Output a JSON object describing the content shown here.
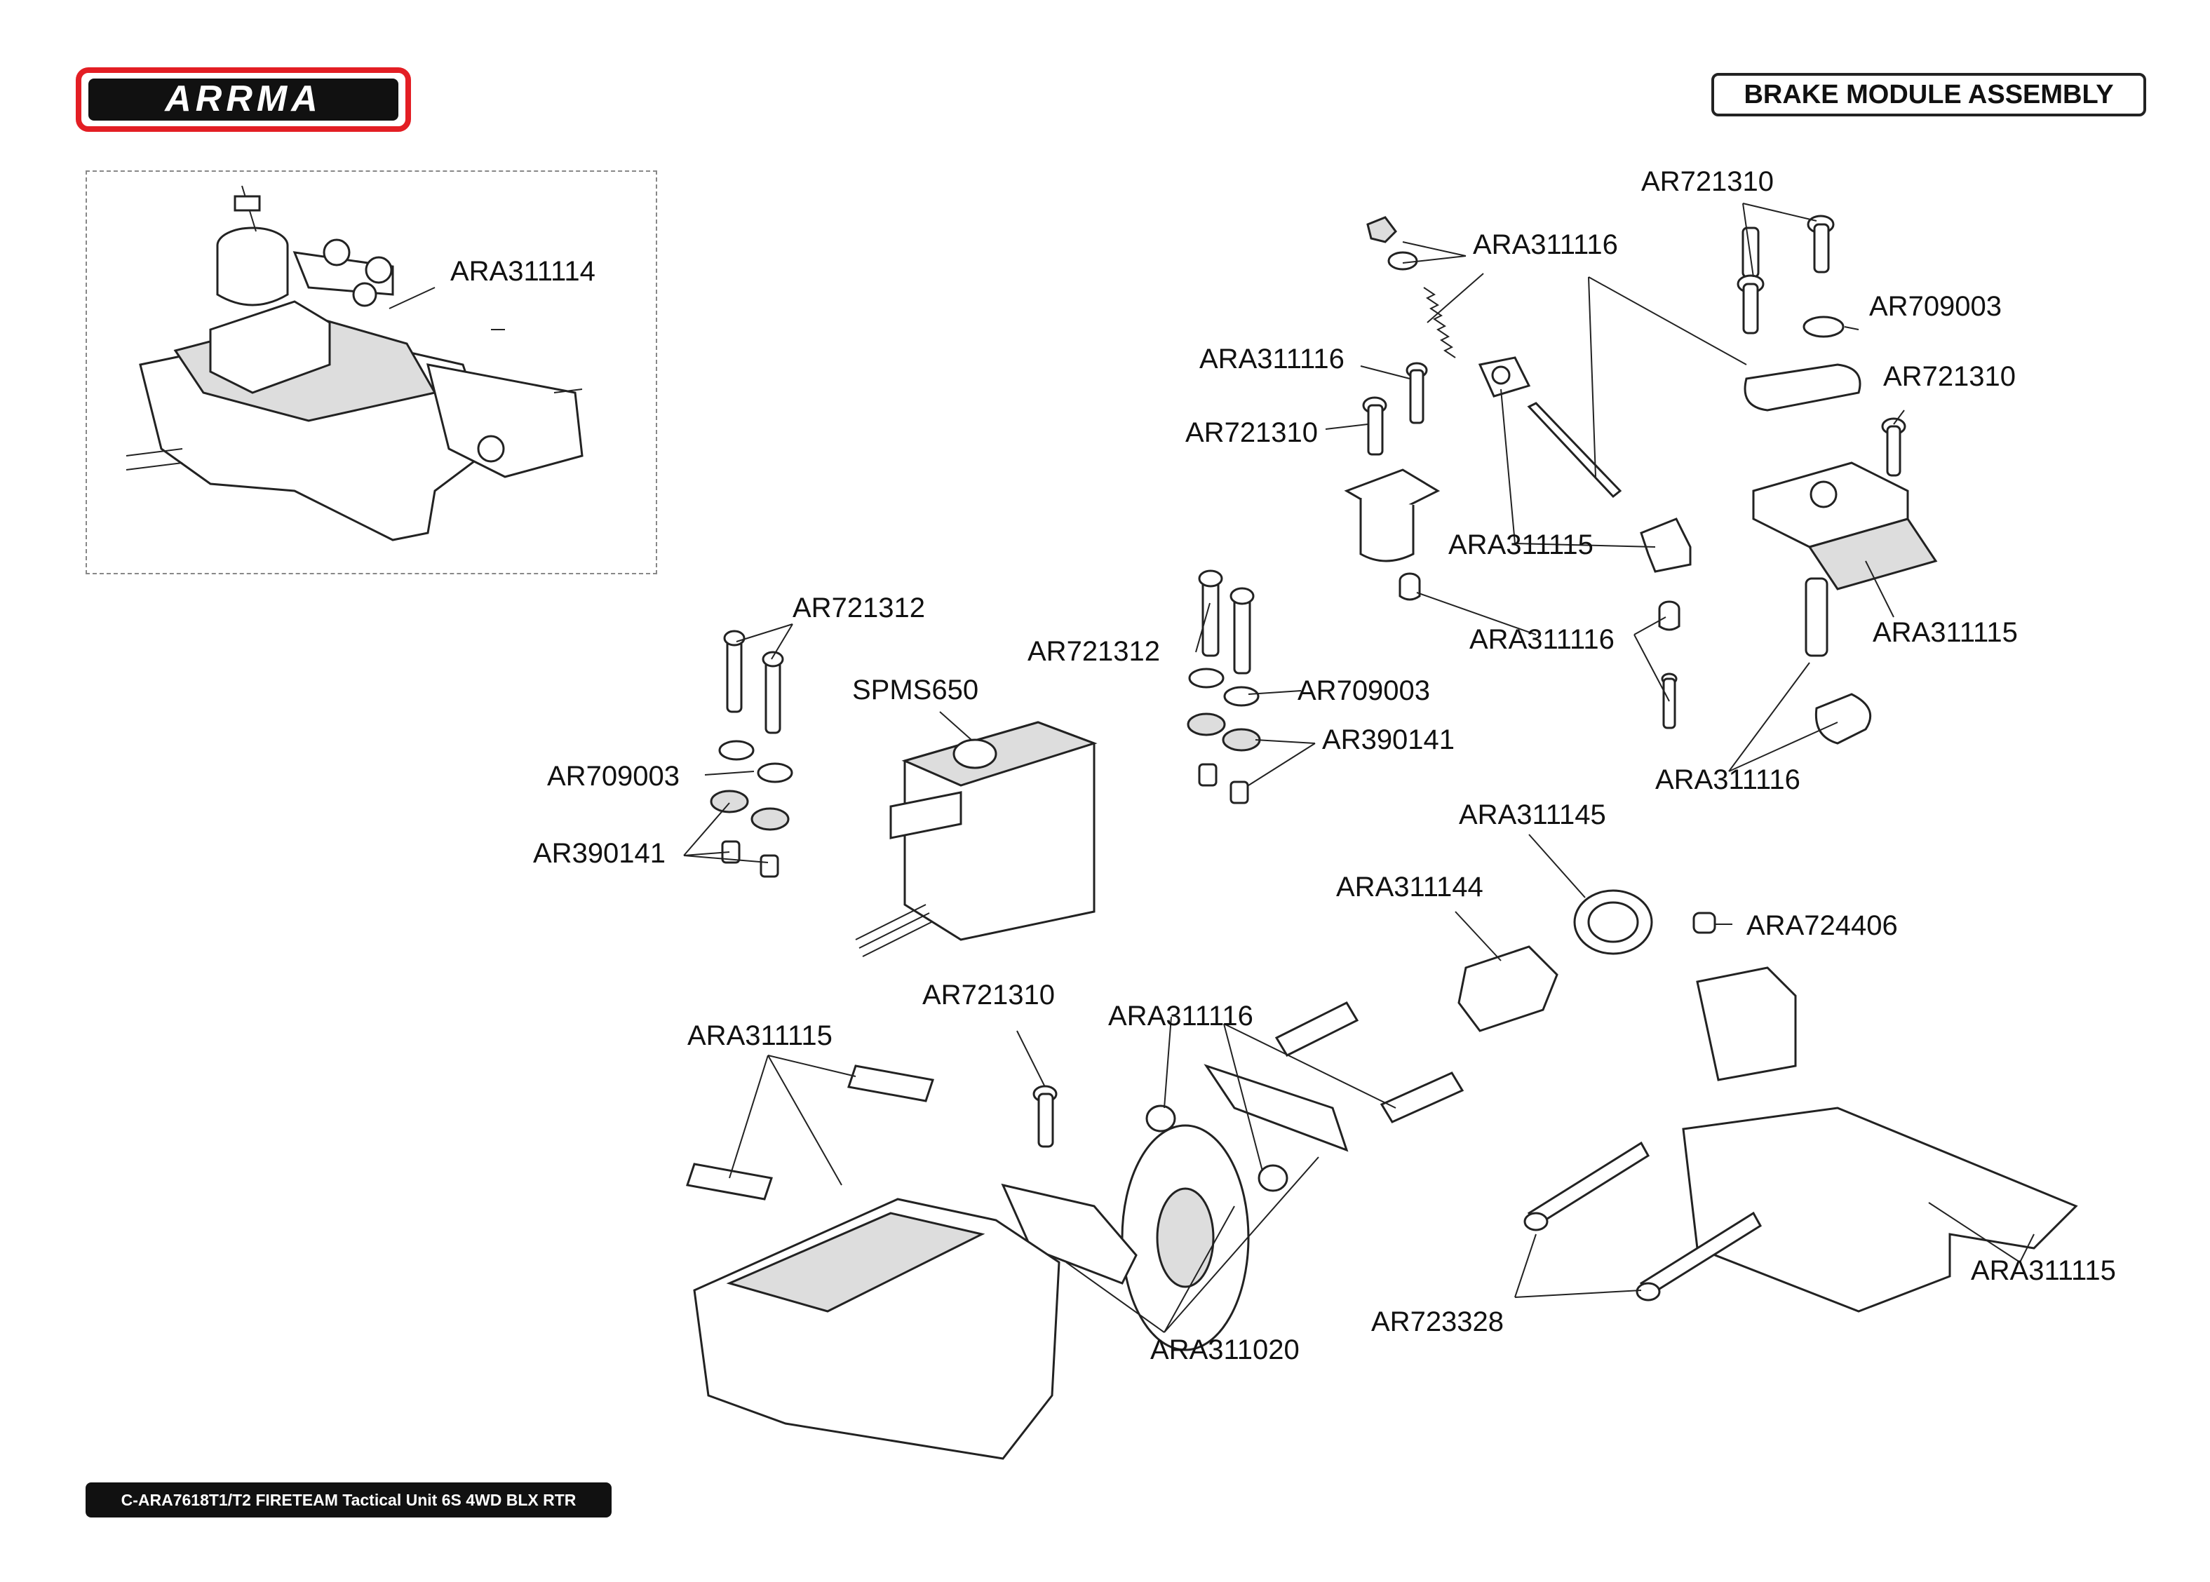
{
  "brand": {
    "logo_text": "ARRMA",
    "logo_color": "#e31e24"
  },
  "header": {
    "title": "BRAKE MODULE ASSEMBLY"
  },
  "footer": {
    "text": "C-ARA7618T1/T2 FIRETEAM Tactical Unit 6S 4WD BLX RTR"
  },
  "inset": {
    "label": "ARA311114"
  },
  "labels": {
    "ar721310_top": "AR721310",
    "ara311116_top": "ARA311116",
    "ar709003_top": "AR709003",
    "ara311116_mid": "ARA311116",
    "ar721310_right": "AR721310",
    "ar721310_mid": "AR721310",
    "ara311115_mid": "ARA311115",
    "ara311116_center": "ARA311116",
    "ara311115_right": "ARA311115",
    "ar721312_left": "AR721312",
    "ar721312_center": "AR721312",
    "spms650": "SPMS650",
    "ar709003_center": "AR709003",
    "ar390141_center": "AR390141",
    "ar709003_left": "AR709003",
    "ar390141_left": "AR390141",
    "ara311116_right": "ARA311116",
    "ara311145": "ARA311145",
    "ara311144": "ARA311144",
    "ara724406": "ARA724406",
    "ar721310_bottom": "AR721310",
    "ara311116_bottom": "ARA311116",
    "ara311115_bottom": "ARA311115",
    "ara311115_lower_right": "ARA311115",
    "ar723328": "AR723328",
    "ara311020": "ARA311020"
  }
}
